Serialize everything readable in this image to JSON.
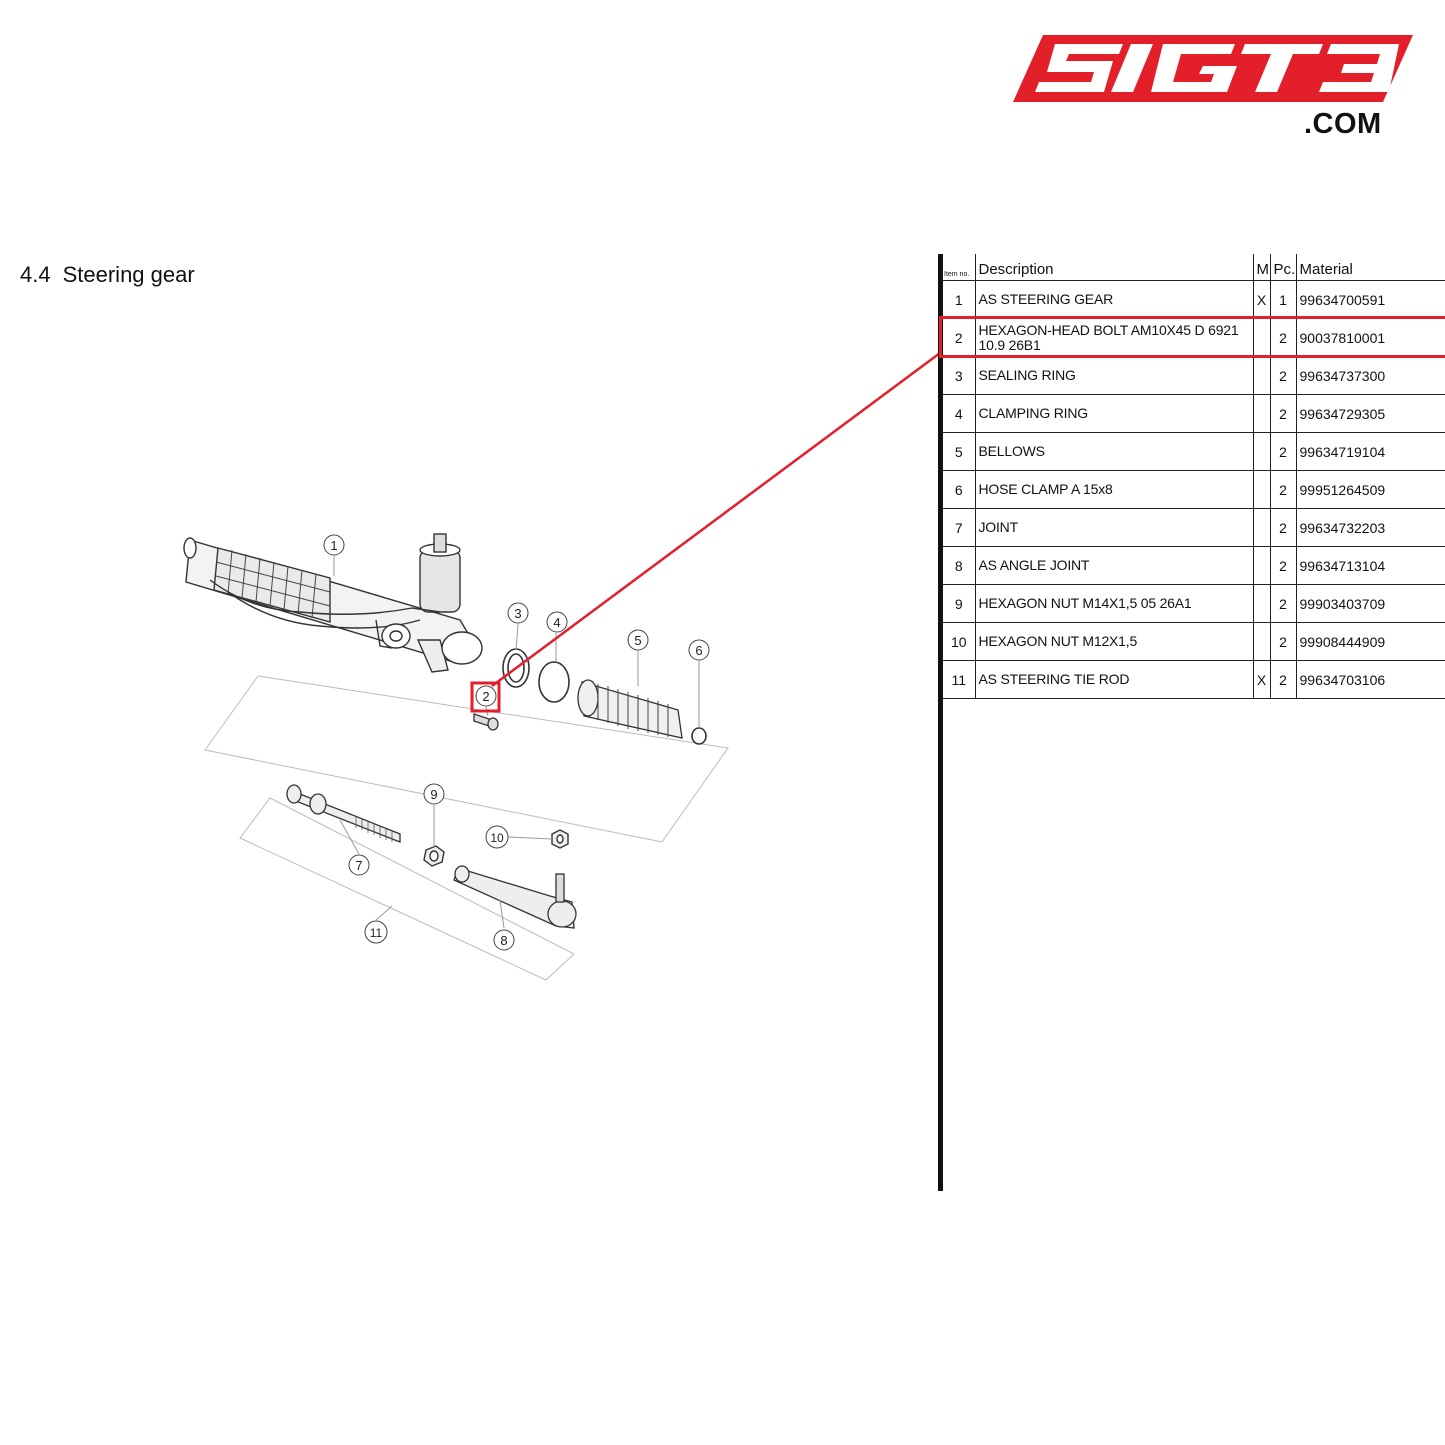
{
  "brand": {
    "name": "SIGT3",
    "suffix": ".COM",
    "color": "#e3202a"
  },
  "section": {
    "number": "4.4",
    "title": "Steering gear"
  },
  "table": {
    "headers": {
      "item": "Item no.",
      "description": "Description",
      "m": "M",
      "pc": "Pc.",
      "material": "Material"
    },
    "rows": [
      {
        "item": "1",
        "description": "AS STEERING GEAR",
        "m": "X",
        "pc": "1",
        "material": "99634700591"
      },
      {
        "item": "2",
        "description": "HEXAGON-HEAD BOLT AM10X45 D 6921 10.9 26B1",
        "m": "",
        "pc": "2",
        "material": "90037810001"
      },
      {
        "item": "3",
        "description": "SEALING RING",
        "m": "",
        "pc": "2",
        "material": "99634737300"
      },
      {
        "item": "4",
        "description": "CLAMPING RING",
        "m": "",
        "pc": "2",
        "material": "99634729305"
      },
      {
        "item": "5",
        "description": "BELLOWS",
        "m": "",
        "pc": "2",
        "material": "99634719104"
      },
      {
        "item": "6",
        "description": "HOSE CLAMP A 15x8",
        "m": "",
        "pc": "2",
        "material": "99951264509"
      },
      {
        "item": "7",
        "description": "JOINT",
        "m": "",
        "pc": "2",
        "material": "99634732203"
      },
      {
        "item": "8",
        "description": "AS ANGLE JOINT",
        "m": "",
        "pc": "2",
        "material": "99634713104"
      },
      {
        "item": "9",
        "description": "HEXAGON NUT M14X1,5 05 26A1",
        "m": "",
        "pc": "2",
        "material": "99903403709"
      },
      {
        "item": "10",
        "description": "HEXAGON NUT M12X1,5",
        "m": "",
        "pc": "2",
        "material": "99908444909"
      },
      {
        "item": "11",
        "description": "AS STEERING TIE ROD",
        "m": "X",
        "pc": "2",
        "material": "99634703106"
      }
    ]
  },
  "highlight": {
    "item": "2",
    "color": "#e3202a"
  },
  "callouts": [
    {
      "label": "1"
    },
    {
      "label": "2"
    },
    {
      "label": "3"
    },
    {
      "label": "4"
    },
    {
      "label": "5"
    },
    {
      "label": "6"
    },
    {
      "label": "7"
    },
    {
      "label": "8"
    },
    {
      "label": "9"
    },
    {
      "label": "10"
    },
    {
      "label": "11"
    }
  ]
}
